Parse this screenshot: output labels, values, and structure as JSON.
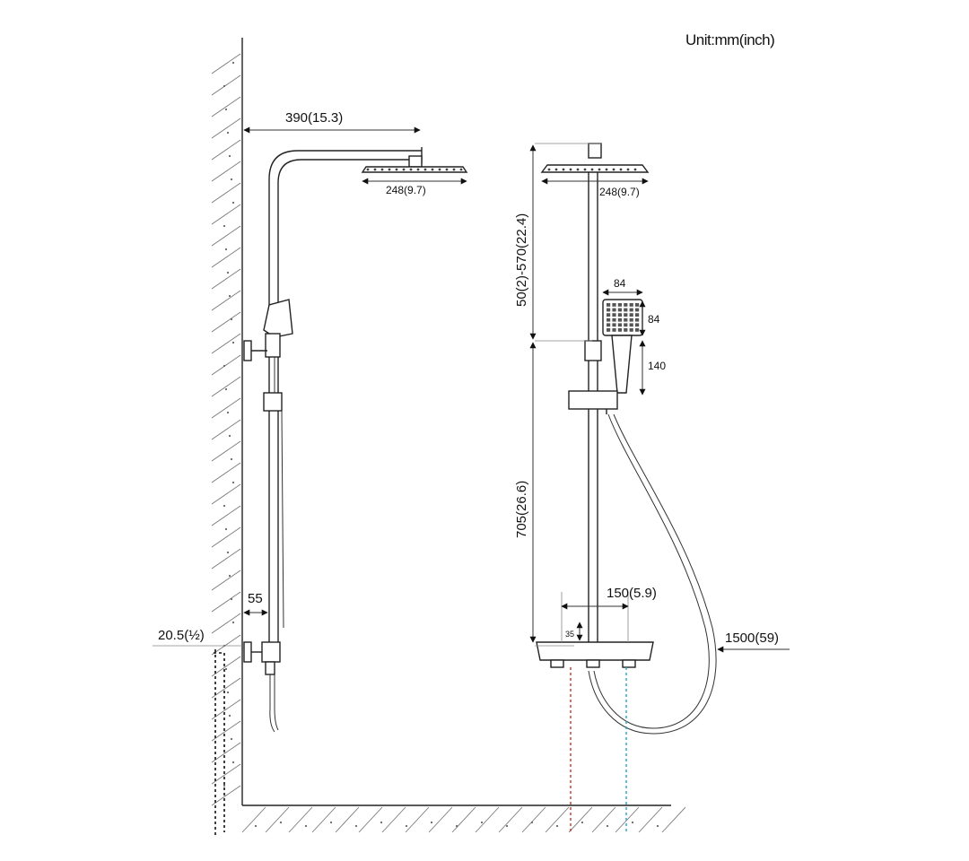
{
  "unit_label": "Unit:mm(inch)",
  "dimensions": {
    "arm_length": "390(15.3)",
    "head_width_side": "248(9.7)",
    "head_width_front": "248(9.7)",
    "height_range": "50(2)-570(22.4)",
    "hand_width": "84",
    "hand_height": "84",
    "hand_handle": "140",
    "riser_height": "705(26.6)",
    "mixer_centers": "150(5.9)",
    "mixer_offset": "35",
    "hose_length": "1500(59)",
    "wall_gap": "55",
    "inlet_thread": "20.5(½)"
  },
  "colors": {
    "hot_line": "#c0392b",
    "cold_line": "#2aa3c0",
    "line": "#222222"
  }
}
